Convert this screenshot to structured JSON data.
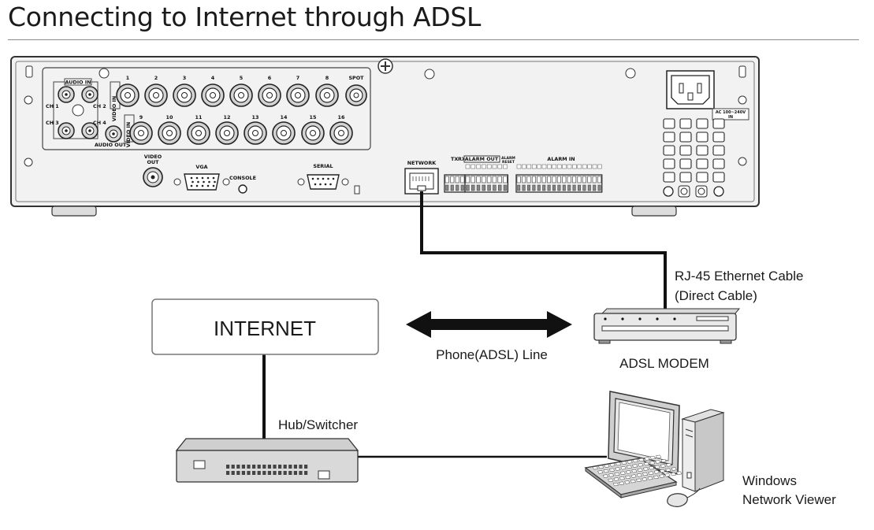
{
  "title": "Connecting to Internet through ADSL",
  "labels": {
    "internet": "INTERNET",
    "rj45_line1": "RJ-45 Ethernet Cable",
    "rj45_line2": "(Direct Cable)",
    "phone_line": "Phone(ADSL) Line",
    "adsl_modem": "ADSL MODEM",
    "hub": "Hub/Switcher",
    "viewer_line1": "Windows",
    "viewer_line2": "Network Viewer"
  },
  "dvr_panel": {
    "audio_in": "AUDIO IN",
    "ch1": "CH 1",
    "ch2": "CH 2",
    "ch3": "CH 3",
    "ch4": "CH 4",
    "audio_out": "AUDIO OUT",
    "video_in": "VIDEO IN",
    "top_numbers": [
      "1",
      "2",
      "3",
      "4",
      "5",
      "6",
      "7",
      "8"
    ],
    "spot": "SPOT",
    "bottom_numbers": [
      "9",
      "10",
      "11",
      "12",
      "13",
      "14",
      "15",
      "16"
    ],
    "video_out": [
      "VIDEO",
      "OUT"
    ],
    "vga": "VGA",
    "console": "CONSOLE",
    "serial": "SERIAL",
    "network": "NETWORK",
    "tx": "TX",
    "rx": "RX",
    "alarm_out": "ALARM OUT",
    "alarm_reset": [
      "ALARM",
      "RESET"
    ],
    "alarm_in": "ALARM IN",
    "ac": [
      "AC 100~240V",
      "IN"
    ]
  }
}
